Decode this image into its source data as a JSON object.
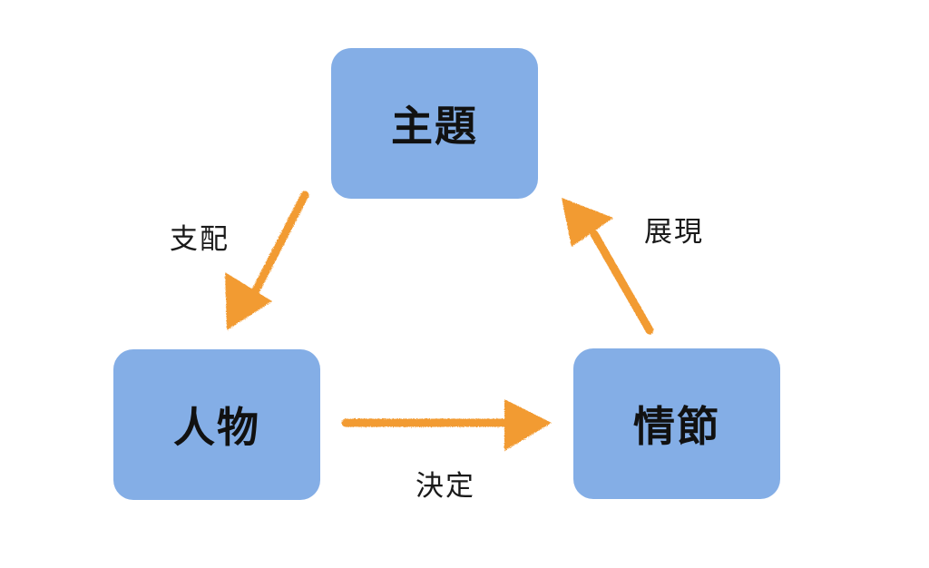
{
  "nodes": {
    "theme": "主題",
    "character": "人物",
    "plot": "情節"
  },
  "edges": {
    "dominate": "支配",
    "reveal": "展現",
    "decide": "決定"
  },
  "colors": {
    "node_fill": "#84aee6",
    "arrow": "#f29b33",
    "text": "#111111",
    "background": "#ffffff"
  }
}
